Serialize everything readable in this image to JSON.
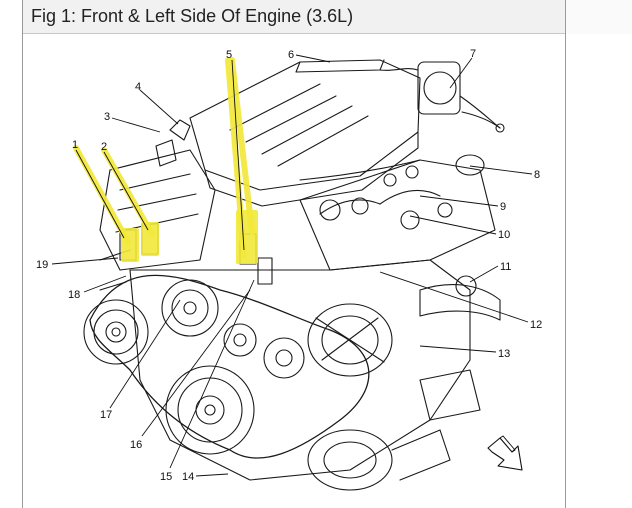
{
  "figure": {
    "title": "Fig 1: Front & Left Side Of Engine (3.6L)"
  },
  "callouts": [
    {
      "id": "1",
      "text": "1"
    },
    {
      "id": "2",
      "text": "2"
    },
    {
      "id": "3",
      "text": "3"
    },
    {
      "id": "4",
      "text": "4"
    },
    {
      "id": "5",
      "text": "5"
    },
    {
      "id": "6",
      "text": "6"
    },
    {
      "id": "7",
      "text": "7"
    },
    {
      "id": "8",
      "text": "8"
    },
    {
      "id": "9",
      "text": "9"
    },
    {
      "id": "10",
      "text": "10"
    },
    {
      "id": "11",
      "text": "11"
    },
    {
      "id": "12",
      "text": "12"
    },
    {
      "id": "13",
      "text": "13"
    },
    {
      "id": "14",
      "text": "14"
    },
    {
      "id": "15",
      "text": "15"
    },
    {
      "id": "16",
      "text": "16"
    },
    {
      "id": "17",
      "text": "17"
    },
    {
      "id": "18",
      "text": "18"
    },
    {
      "id": "19",
      "text": "19"
    }
  ],
  "colors": {
    "highlight": "#f2e93a",
    "line": "#1a1a1a",
    "title_bg": "#f1f1f1"
  },
  "icons": {
    "direction": "front-direction-arrow-icon"
  }
}
